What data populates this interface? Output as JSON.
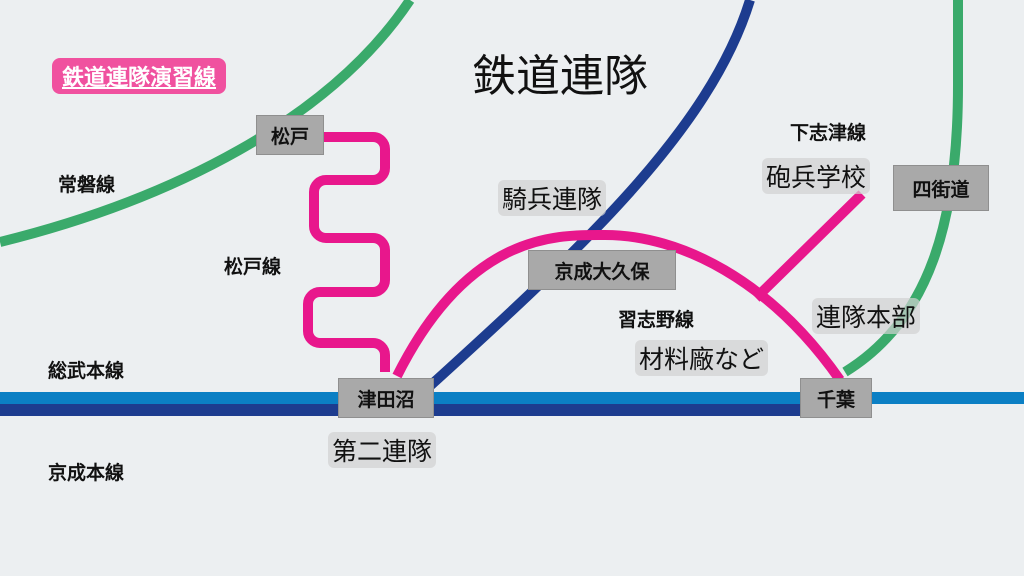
{
  "title": "鉄道連隊",
  "legend": "鉄道連隊演習線",
  "colors": {
    "background": "#eceff1",
    "military_line": "#e8178c",
    "joban_line": "#3aaa6b",
    "keisei_line": "#1d3c8f",
    "sobu_line": "#0b7fc4",
    "station_box": "#a9a9a9",
    "legend_badge": "#f0519f"
  },
  "stations": {
    "matsudo": "松戸",
    "tsudanuma": "津田沼",
    "keisei_okubo": "京成大久保",
    "chiba": "千葉",
    "yotsukaido": "四街道"
  },
  "line_labels": {
    "joban": "常磐線",
    "matsudo_line": "松戸線",
    "sobu": "総武本線",
    "keisei": "京成本線",
    "narashino_line": "習志野線",
    "shimoshizu_line": "下志津線"
  },
  "facility_labels": {
    "cavalry": "騎兵連隊",
    "second_regiment": "第二連隊",
    "artillery_school": "砲兵学校",
    "hq": "連隊本部",
    "depot": "材料廠など"
  }
}
